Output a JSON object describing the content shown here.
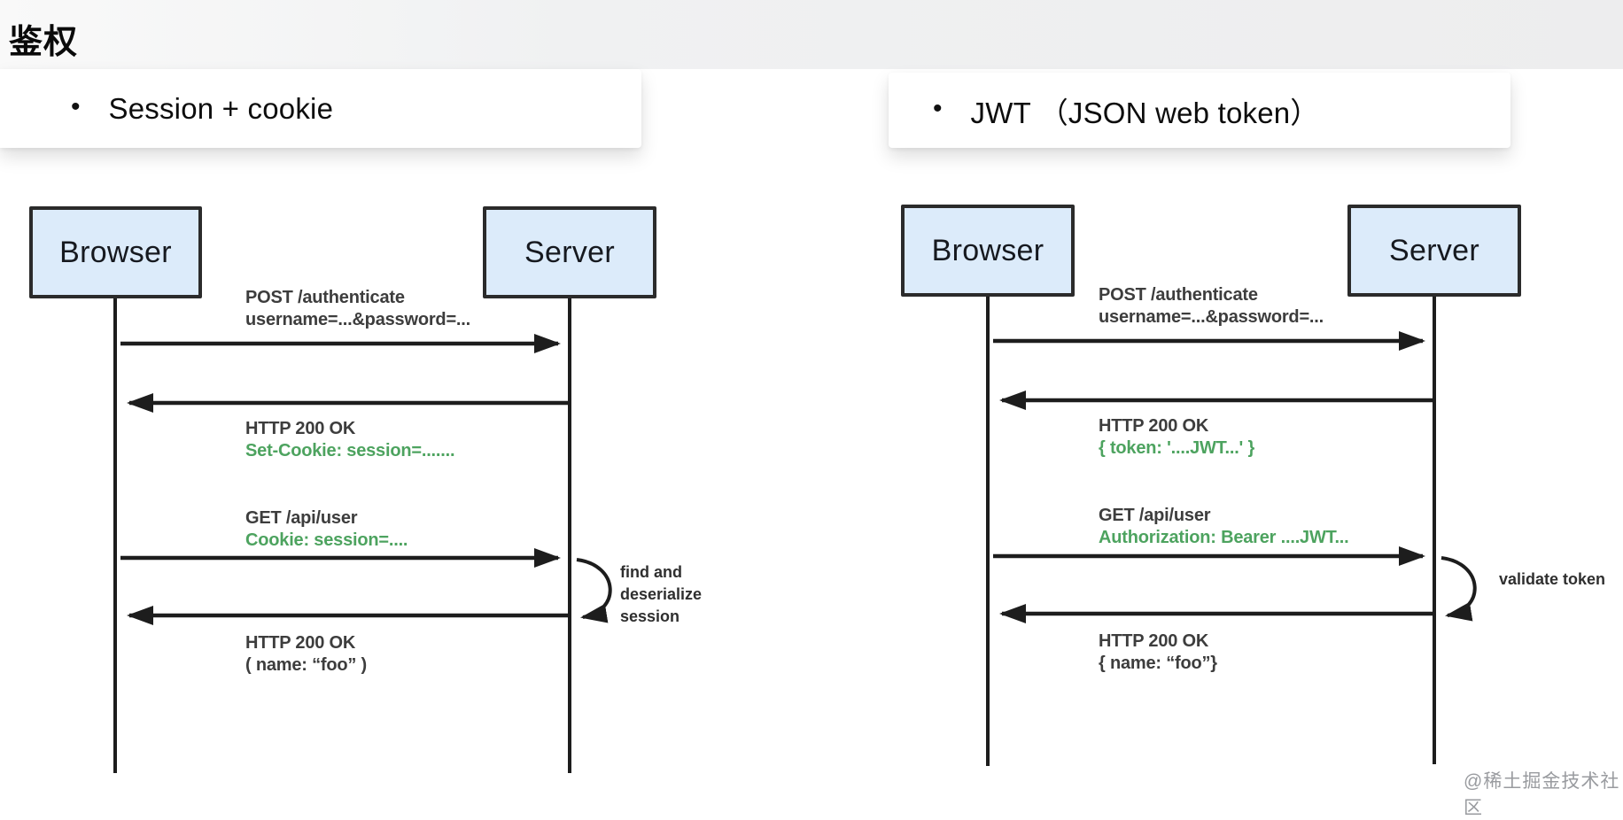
{
  "page": {
    "title": "鉴权",
    "watermark": "@稀土掘金技术社区"
  },
  "colors": {
    "green_text": "#4da35f",
    "box_fill": "#dcebfa",
    "box_border": "#2b2b2b",
    "line_color": "#1d1d1d"
  },
  "headings": {
    "left": {
      "bullet": "•",
      "label": "Session + cookie"
    },
    "right": {
      "bullet": "•",
      "label": "JWT （JSON web token）"
    }
  },
  "diagrams": {
    "left": {
      "actors": [
        {
          "label": "Browser"
        },
        {
          "label": "Server"
        }
      ],
      "messages": [
        {
          "line1": "POST /authenticate",
          "line2": "username=...&password=..."
        },
        {
          "line1": "HTTP 200 OK",
          "line2": "Set-Cookie: session=......."
        },
        {
          "line1": "GET /api/user",
          "line2": "Cookie: session=...."
        },
        {
          "line1": "HTTP 200 OK",
          "line2": "( name: “foo” )"
        }
      ],
      "note_lines": [
        "find and",
        "deserialize",
        "session"
      ]
    },
    "right": {
      "actors": [
        {
          "label": "Browser"
        },
        {
          "label": "Server"
        }
      ],
      "messages": [
        {
          "line1": "POST /authenticate",
          "line2": "username=...&password=..."
        },
        {
          "line1": "HTTP 200 OK",
          "line2": "{ token: '....JWT...' }"
        },
        {
          "line1": "GET /api/user",
          "line2": "Authorization: Bearer ....JWT..."
        },
        {
          "line1": "HTTP 200 OK",
          "line2": "{ name: “foo”}"
        }
      ],
      "note_lines": [
        "validate token"
      ]
    }
  }
}
